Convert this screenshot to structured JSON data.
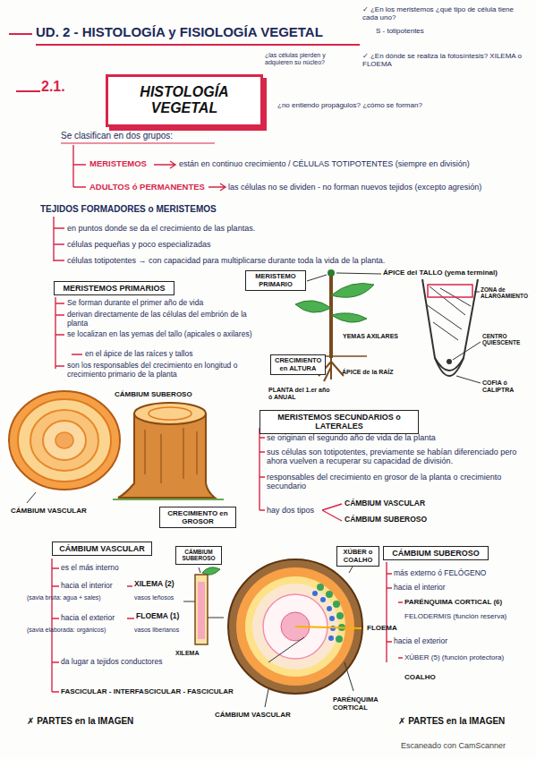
{
  "diagram": {
    "title": "UD. 2 - HISTOLOGÍA y FISIOLOGÍA VEGETAL",
    "nodes": [
      {
        "text": [
          "HISTOLOGÍA VEGETAL"
        ]
      },
      {
        "text": [
          "MERISTEMOS PRIMARIOS"
        ]
      },
      {
        "text": [
          "MERISTEMO PRIMARIO"
        ]
      },
      {
        "text": [
          "CRECIMIENTO en ALTURA"
        ]
      },
      {
        "text": [
          "MERISTEMOS SECUNDARIOS o LATERALES"
        ]
      },
      {
        "text": [
          "CRECIMIENTO en GROSOR"
        ]
      },
      {
        "text": [
          "CÁMBIUM VASCULAR"
        ]
      },
      {
        "text": [
          "CÁMBIUM SUBEROSO"
        ]
      },
      {
        "text": [
          "XÚBER o COALHO"
        ]
      },
      {
        "text": [
          "CÁMBIUM SUBEROSO"
        ]
      }
    ],
    "labels": [
      "✓ ¿En los meristemos ¿qué tipo de célula tiene cada uno?",
      "S - totipotentes",
      "¿las células pierden y adquieren su núcleo?",
      "✓ ¿En dónde se realiza la fotosíntesis? XILEMA o FLOEMA",
      "¿no entiendo propágulos? ¿cómo se forman?",
      "2.1.",
      "Se clasifican en dos grupos:",
      "MERISTEMOS",
      "están en continuo crecimiento / CÉLULAS TOTIPOTENTES (siempre en división)",
      "ADULTOS ó PERMANENTES",
      "las células no se dividen - no forman nuevos tejidos (excepto agresión)",
      "TEJIDOS FORMADORES o MERISTEMOS",
      "en puntos donde se da el crecimiento de las plantas.",
      "células pequeñas y poco especializadas",
      "células totipotentes → con capacidad para multiplicarse durante toda la vida de la planta.",
      "Se forman durante el primer año de vida",
      "derivan directamente de las células del embrión de la planta",
      "se localizan en las yemas del tallo (apicales o axilares)",
      "en el ápice de las raíces y tallos",
      "son los responsables del crecimiento en longitud o crecimiento primario de la planta",
      "ÁPICE del TALLO (yema terminal)",
      "YEMAS AXILARES",
      "ÁPICE de la RAÍZ",
      "PLANTA del 1.er año ó ANUAL",
      "ZONA de ALARGAMIENTO",
      "CENTRO QUIESCENTE",
      "COFIA ó CALIPTRA",
      "CÁMBIUM SUBEROSO",
      "CÁMBIUM VASCULAR",
      "se originan el segundo año de vida de la planta",
      "sus células son totipotentes, previamente se habían diferenciado pero ahora vuelven a recuperar su capacidad de división.",
      "responsables del crecimiento en grosor de la planta o crecimiento secundario",
      "hay dos tipos",
      "CÁMBIUM VASCULAR",
      "CÁMBIUM SUBEROSO",
      "es el más interno",
      "hacia el interior",
      "XILEMA (2)",
      "(savia bruta: agua + sales)",
      "vasos leñosos",
      "hacia el exterior",
      "FLOEMA (1)",
      "(savia elaborada: orgánicos)",
      "vasos liberianos",
      "da lugar a tejidos conductores",
      "FASCICULAR - INTERFASCICULAR - FASCICULAR",
      "✗ PARTES en la IMAGEN",
      "XILEMA",
      "FLOEMA",
      "PARÉNQUIMA CORTICAL",
      "CÁMBIUM VASCULAR",
      "más externo ó FELÓGENO",
      "hacia el interior",
      "PARÉNQUIMA CORTICAL (6)",
      "FELODERMIS (función reserva)",
      "hacia el exterior",
      "XÚBER (5) (función protectora)",
      "COALHO",
      "✗ PARTES en la IMAGEN",
      "Escaneado con CamScanner"
    ]
  }
}
